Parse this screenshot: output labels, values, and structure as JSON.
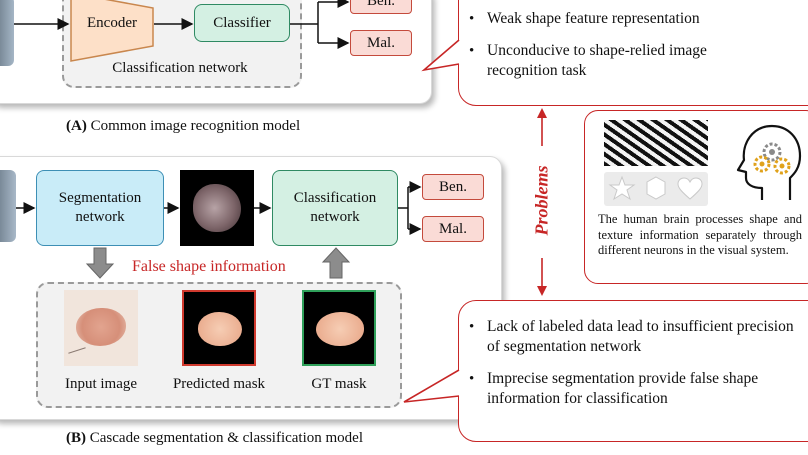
{
  "panel_a": {
    "encoder": "Encoder",
    "classifier": "Classifier",
    "benign": "Ben.",
    "malignant": "Mal.",
    "network_label": "Classification network",
    "caption_letter": "(A)",
    "caption_text": " Common image recognition model"
  },
  "panel_b": {
    "segmentation_line1": "Segmentation",
    "segmentation_line2": "network",
    "classification_line1": "Classification",
    "classification_line2": "network",
    "benign": "Ben.",
    "malignant": "Mal.",
    "false_shape": "False shape information",
    "input_image": "Input image",
    "predicted_mask": "Predicted mask",
    "gt_mask": "GT mask",
    "caption_letter": "(B)",
    "caption_text": " Cascade segmentation & classification model"
  },
  "problems_label": "Problems",
  "callout_top": {
    "items": [
      "Weak shape feature representation",
      "Unconducive to shape-relied image recognition task"
    ]
  },
  "callout_bottom": {
    "items": [
      "Lack of labeled data lead to insufficient precision of segmentation network",
      "Imprecise segmentation provide false shape information for classification"
    ]
  },
  "brain_box": {
    "text": "The human brain processes shape and texture information separately through different neurons in the visual system."
  },
  "colors": {
    "accent_red": "#c72626",
    "teal_fill": "#d4f0e3",
    "blue_fill": "#c9ecf8",
    "pink_fill": "#fadbd6",
    "encoder_fill": "#fde0c8"
  }
}
